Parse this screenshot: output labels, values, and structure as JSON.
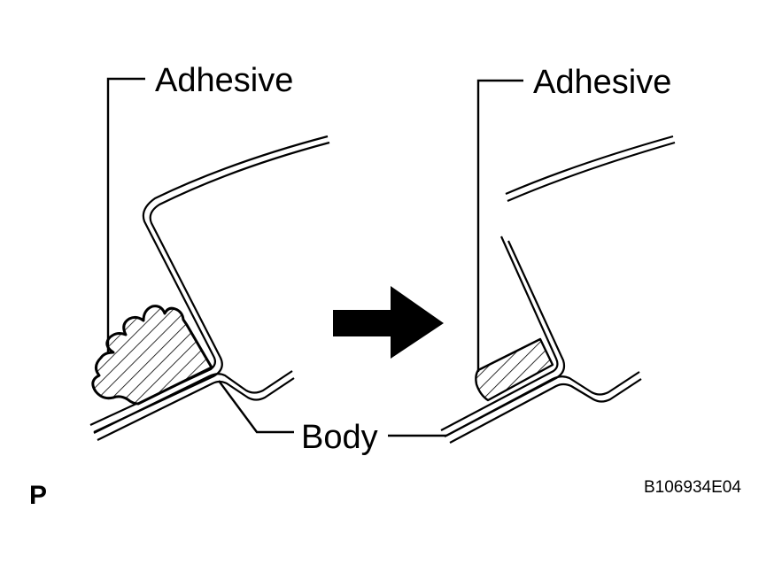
{
  "labels": {
    "adhesive_left": "Adhesive",
    "adhesive_right": "Adhesive",
    "body": "Body",
    "figure_code": "B106934E04",
    "corner_mark": "P"
  },
  "colors": {
    "line": "#000000",
    "background": "#ffffff"
  },
  "icons": {
    "arrow": "arrow-right-icon"
  }
}
